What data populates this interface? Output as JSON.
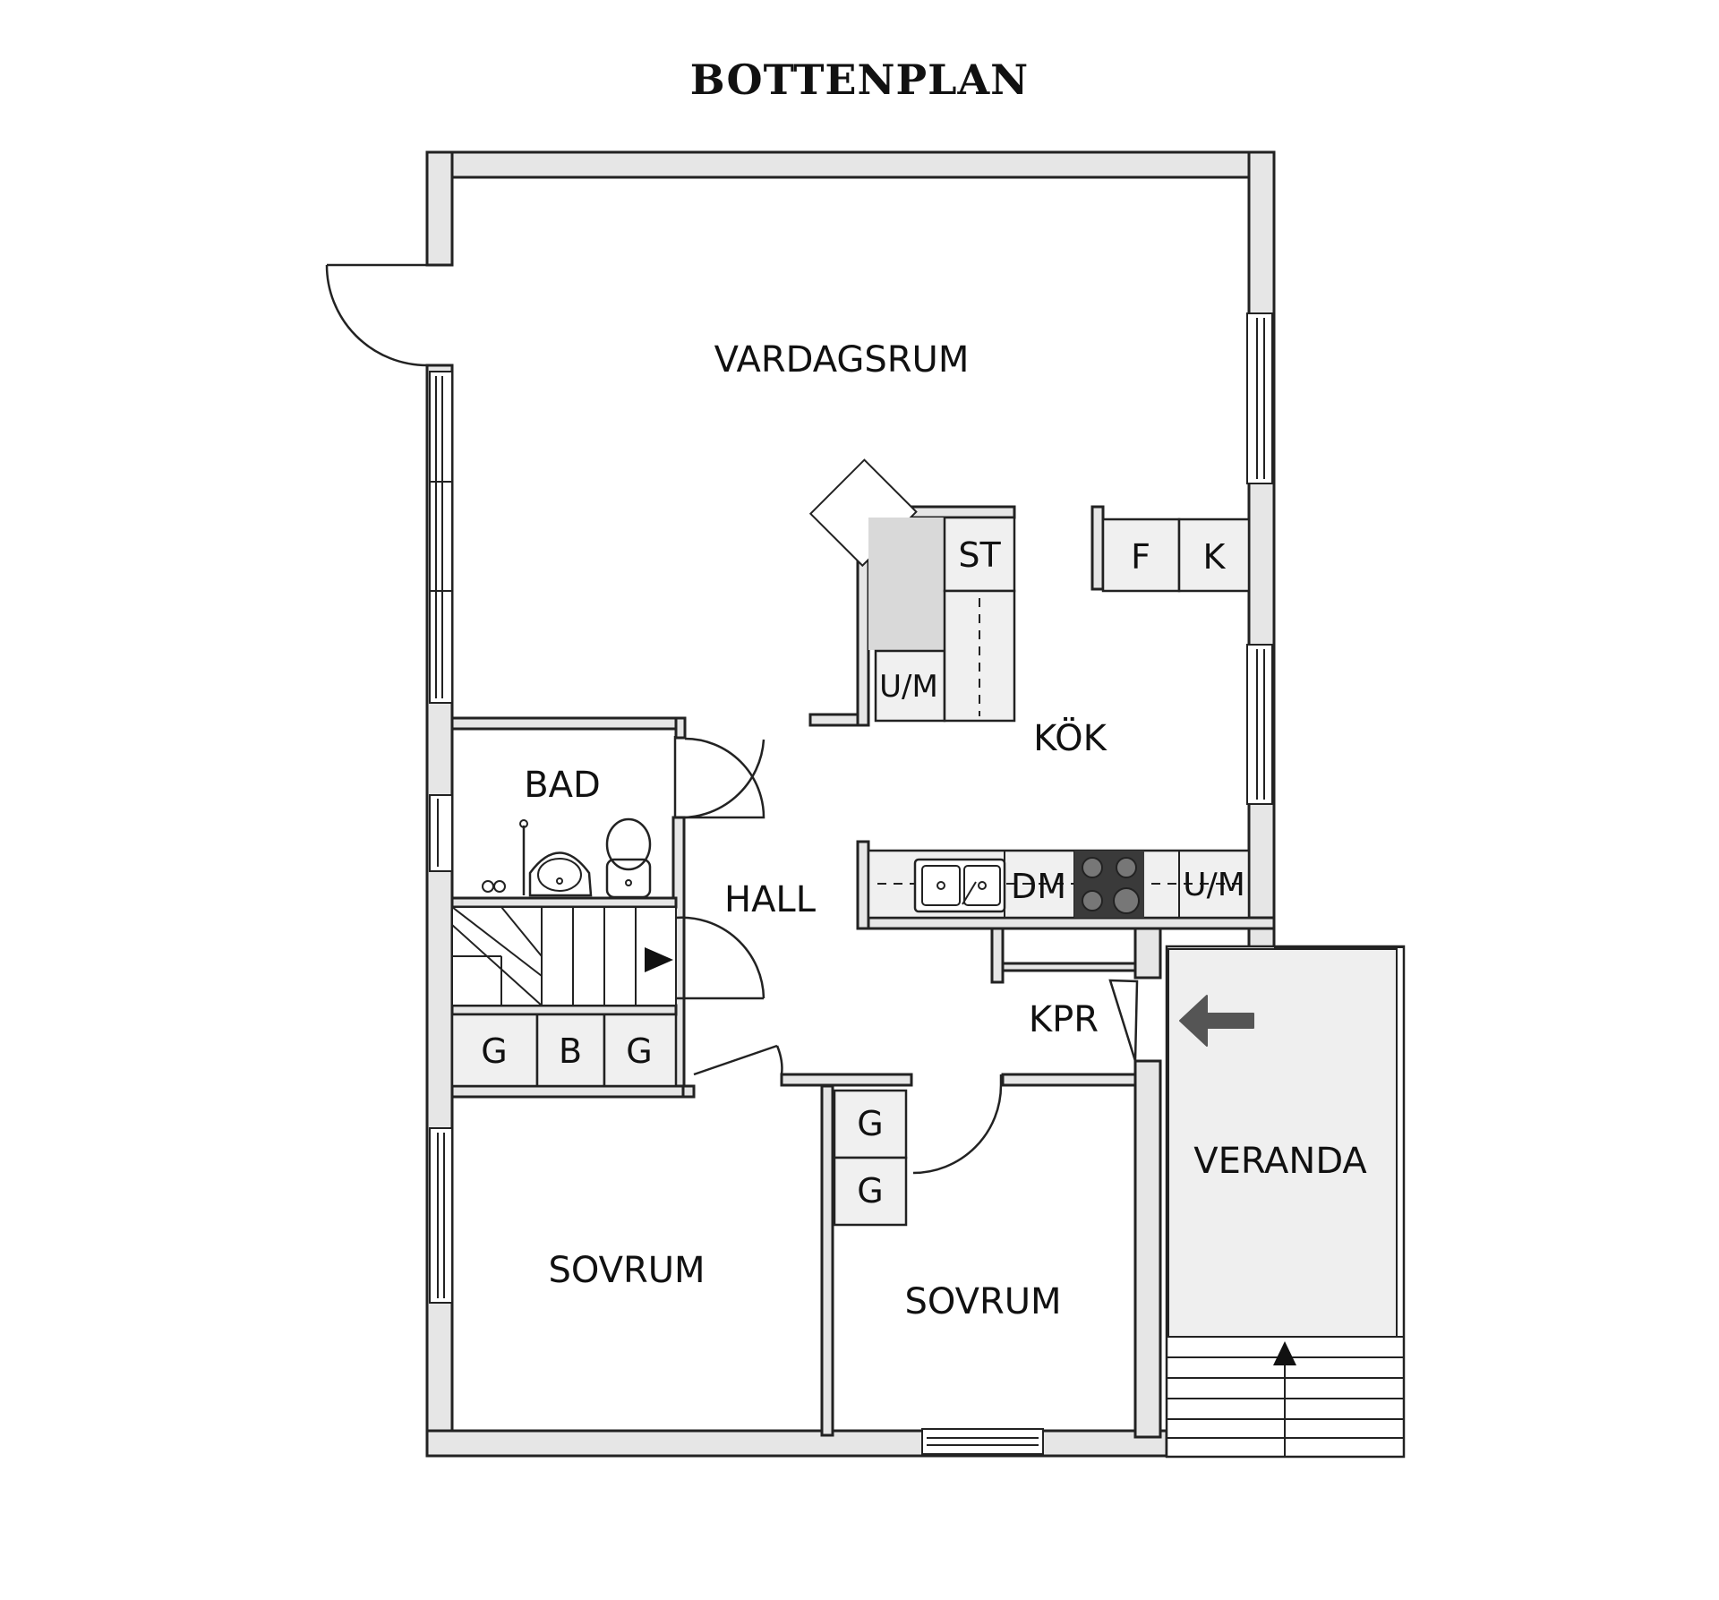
{
  "title": "BOTTENPLAN",
  "rooms": {
    "vardagsrum": "VARDAGSRUM",
    "kok": "KÖK",
    "bad": "BAD",
    "hall": "HALL",
    "kpr": "KPR",
    "veranda": "VERANDA",
    "sovrum_1": "SOVRUM",
    "sovrum_2": "SOVRUM"
  },
  "fixtures": {
    "st": "ST",
    "f": "F",
    "k": "K",
    "um_island": "U/M",
    "dm": "DM",
    "um_counter": "U/M",
    "closet_g1": "G",
    "closet_b": "B",
    "closet_g2": "G",
    "closet_g3": "G",
    "closet_g4": "G"
  },
  "colors": {
    "wall_fill": "#e6e6e6",
    "line": "#222222",
    "veranda_fill": "#efefef",
    "entry_arrow": "#555555",
    "stove": "#3a3a3a"
  }
}
